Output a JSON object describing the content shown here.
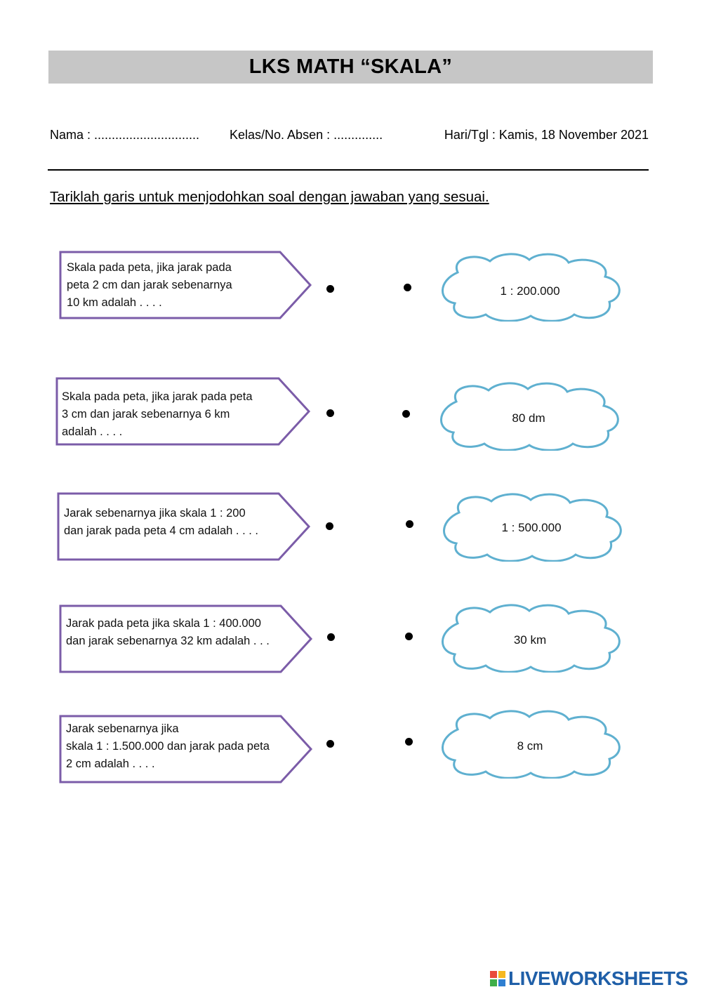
{
  "header": {
    "title": "LKS MATH “SKALA”"
  },
  "info": {
    "nama": "Nama : ..............................",
    "kelas": "Kelas/No. Absen : ..............",
    "hari": "Hari/Tgl : Kamis, 18 November 2021"
  },
  "instruction": "Tariklah garis untuk menjodohkan soal dengan jawaban yang sesuai.",
  "questions": [
    {
      "text": "Skala pada peta, jika jarak pada\npeta 2 cm dan jarak sebenarnya\n10 km  adalah . . . ."
    },
    {
      "text": "Skala pada peta, jika jarak pada peta\n3 cm dan jarak sebenarnya 6 km\nadalah . . . ."
    },
    {
      "text": "Jarak sebenarnya jika skala 1 : 200\ndan jarak pada peta 4 cm adalah . . . ."
    },
    {
      "text": "Jarak pada peta jika skala 1 : 400.000\ndan jarak sebenarnya 32 km adalah . . ."
    },
    {
      "text": "Jarak sebenarnya jika\nskala 1 : 1.500.000 dan jarak pada peta\n2 cm adalah . . . ."
    }
  ],
  "answers": [
    {
      "label": "1 : 200.000"
    },
    {
      "label": "80 dm"
    },
    {
      "label": "1 : 500.000"
    },
    {
      "label": "30 km"
    },
    {
      "label": "8 cm"
    }
  ],
  "footer": {
    "brand": "LIVEWORKSHEETS"
  },
  "colors": {
    "title_bg": "#c6c6c6",
    "arrow_border": "#7b5ca8",
    "cloud_border": "#5fb0d0",
    "brand": "#1f5fa8"
  }
}
